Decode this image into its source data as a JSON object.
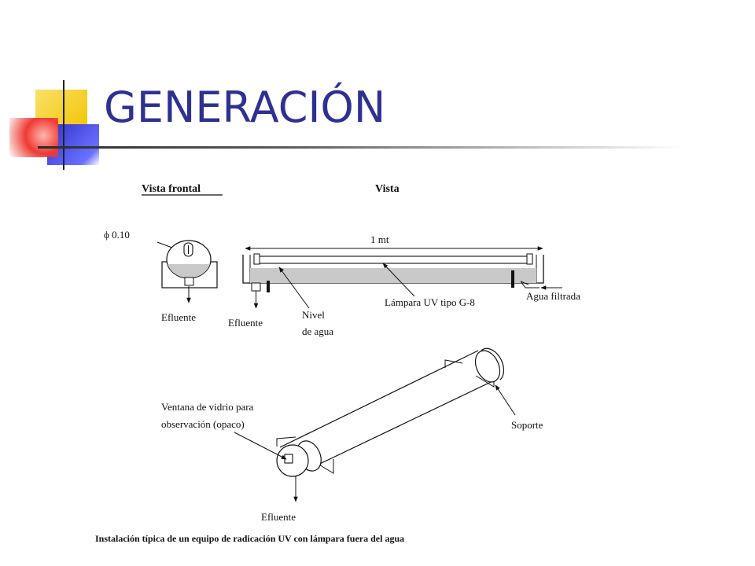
{
  "slide": {
    "title": "GENERACIÓN"
  },
  "diagram": {
    "front_view_heading": "Vista frontal",
    "side_view_heading": "Vista",
    "diameter_label": "ϕ 0.10",
    "length_label": "1 mt",
    "effluent_front": "Efluente",
    "effluent_side": "Efluente",
    "water_level_line1": "Nivel",
    "water_level_line2": "de agua",
    "lamp_label": "Lámpara UV tipo G-8",
    "filtered_water_label": "Agua filtrada",
    "window_line1": "Ventana de vidrio para",
    "window_line2": "observación (opaco)",
    "support_label": "Soporte",
    "effluent_3d": "Efluente",
    "caption": "Instalación típica de un equipo de radicación UV con lámpara fuera del agua"
  },
  "colors": {
    "title": "#2e3191",
    "deco_yellow": "#f7d117",
    "deco_red": "#f04a3e",
    "deco_blue": "#3b3fcf",
    "water": "#c9c9c9"
  }
}
